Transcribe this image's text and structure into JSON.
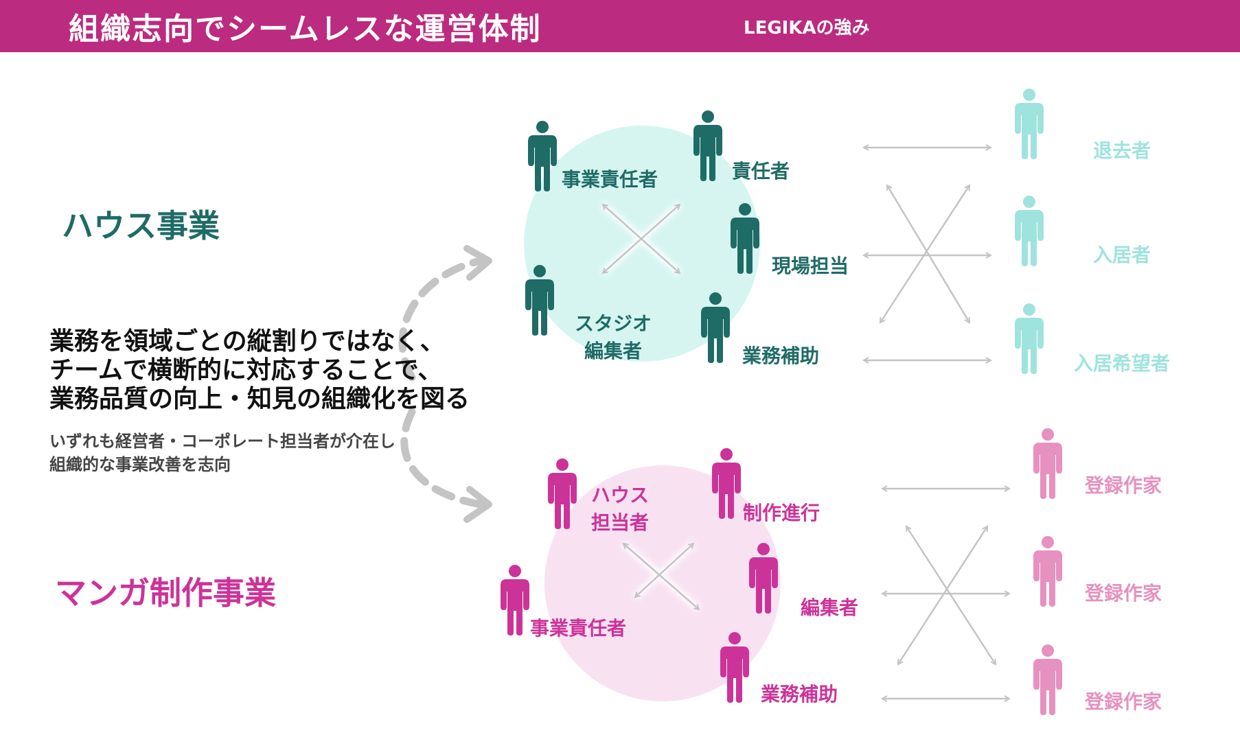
{
  "header": {
    "title": "組織志向でシームレスな運営体制",
    "subtitle": "LEGIKAの強み"
  },
  "colors": {
    "header_bg": "#bb2b7f",
    "house": "#1f6b66",
    "house_circle": "#d6f5f1",
    "house_external": "#9fe3de",
    "manga": "#cc3399",
    "manga_circle": "#f8e2f2",
    "manga_external": "#e691bf",
    "arrow": "#c4c4c4"
  },
  "message": {
    "main_line1": "業務を領域ごとの縦割りではなく、",
    "main_line2": "チームで横断的に対応することで、",
    "main_line3": "業務品質の向上・知見の組織化を図る",
    "sub_line1": "いずれも経営者・コーポレート担当者が介在し",
    "sub_line2": "組織的な事業改善を志向"
  },
  "house": {
    "title": "ハウス事業",
    "roles": {
      "business_lead": "事業責任者",
      "manager": "責任者",
      "field": "現場担当",
      "studio_line1": "スタジオ",
      "studio_line2": "編集者",
      "support": "業務補助"
    },
    "external": [
      "退去者",
      "入居者",
      "入居希望者"
    ]
  },
  "manga": {
    "title": "マンガ制作事業",
    "roles": {
      "house_line1": "ハウス",
      "house_line2": "担当者",
      "production": "制作進行",
      "business_lead": "事業責任者",
      "editor": "編集者",
      "support": "業務補助"
    },
    "external": [
      "登録作家",
      "登録作家",
      "登録作家"
    ]
  }
}
